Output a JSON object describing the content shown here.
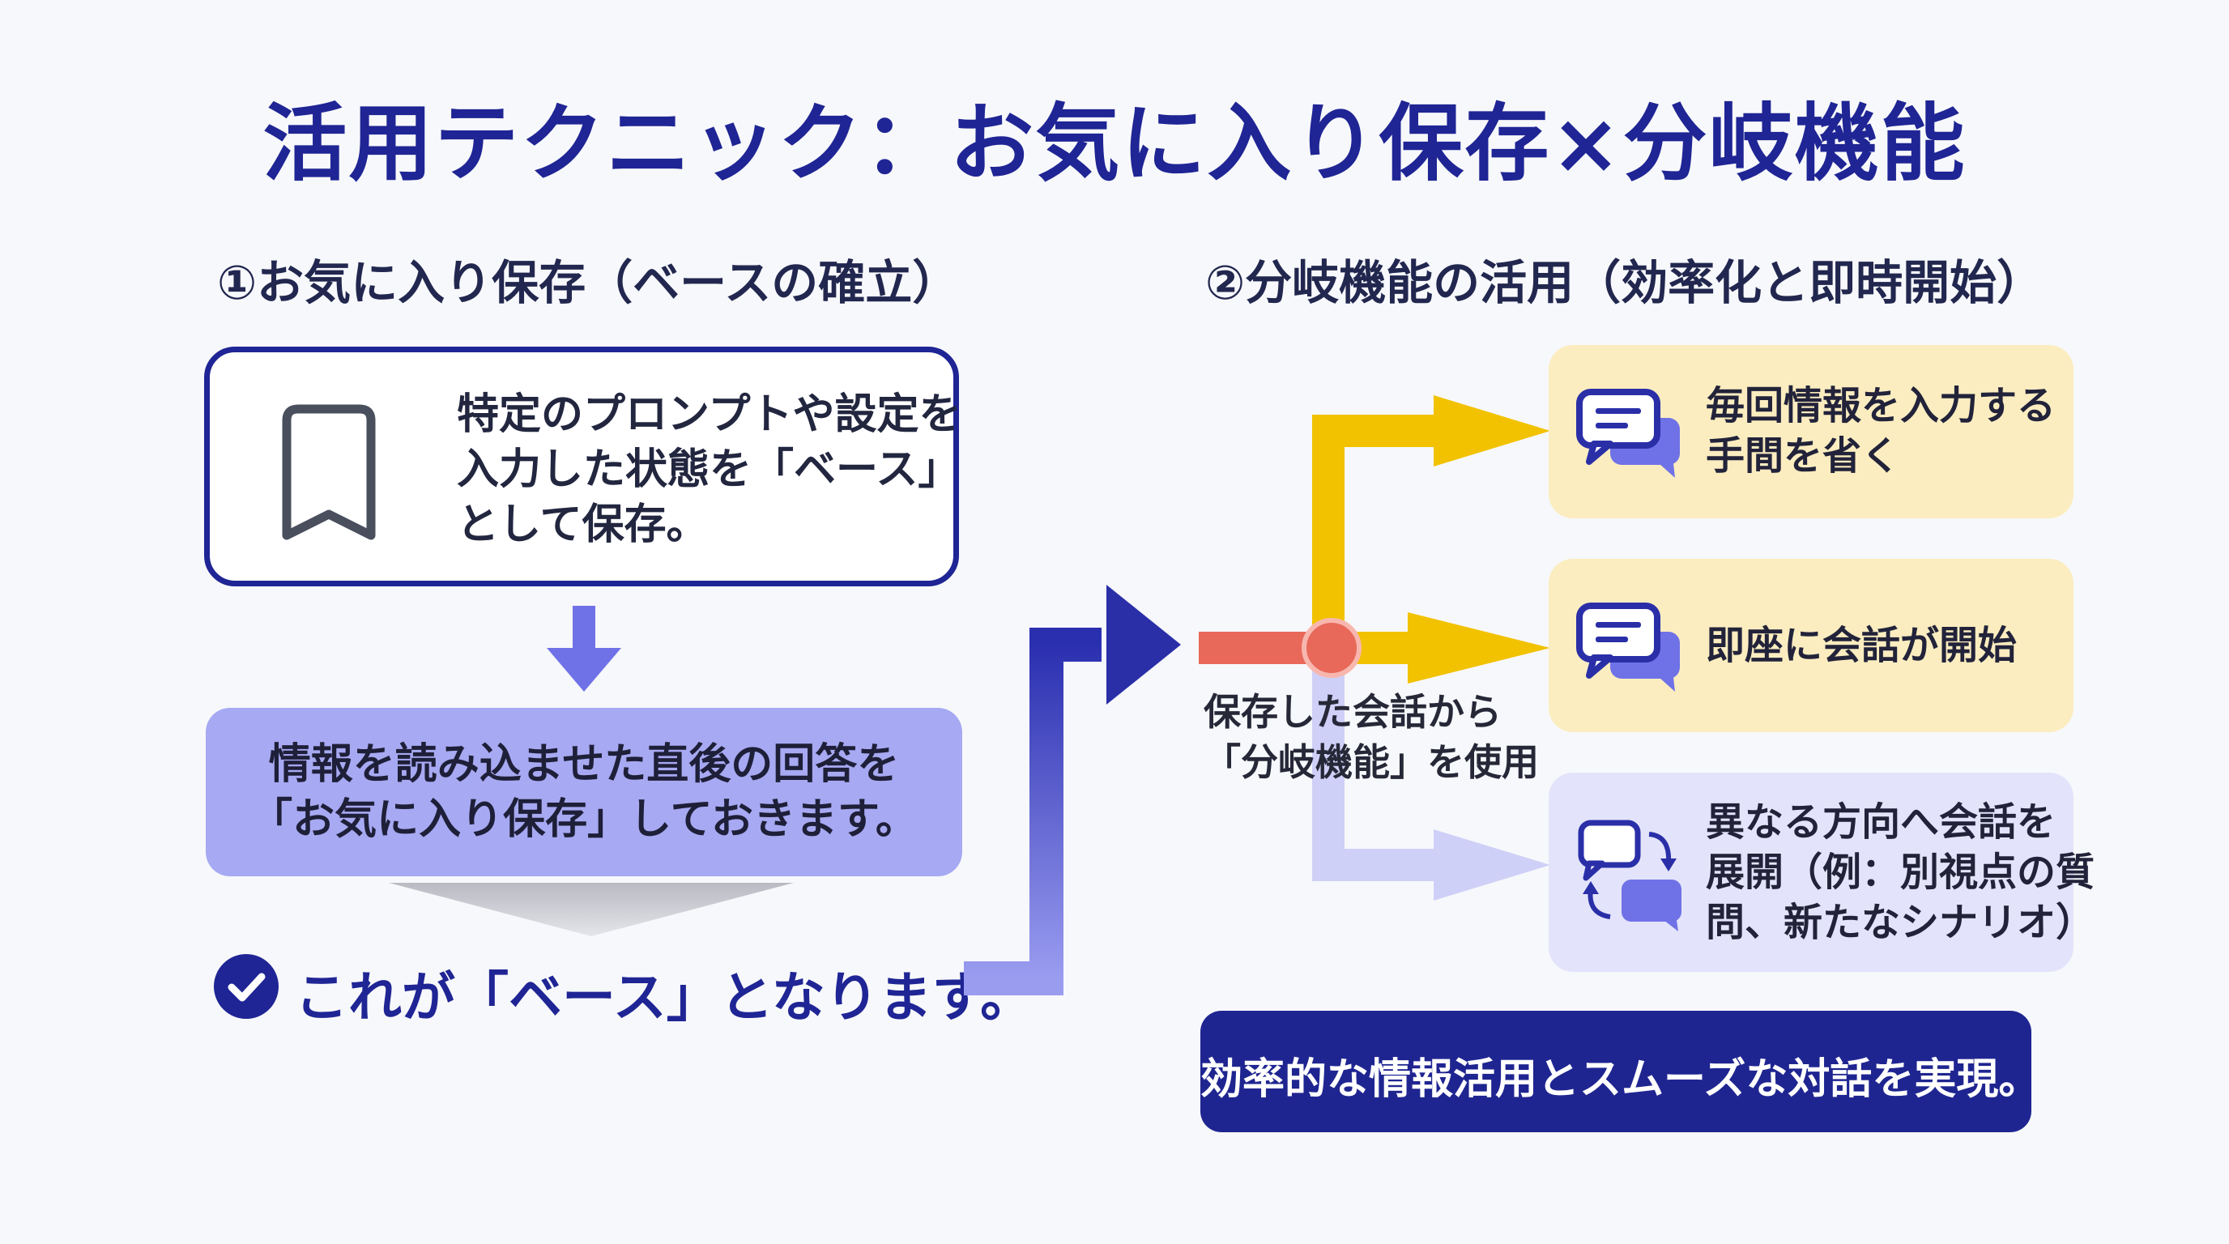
{
  "title": "活用テクニック：お気に入り保存×分岐機能",
  "left": {
    "heading": "①お気に入り保存（ベースの確立）",
    "save_box_text": "特定のプロンプトや設定を\n入力した状態を「ベース」\nとして保存。",
    "after_box_text": "情報を読み込ませた直後の回答を\n「お気に入り保存」しておきます。",
    "result_text": "これが「ベース」となります。"
  },
  "right": {
    "heading": "②分岐機能の活用（効率化と即時開始）",
    "branch_caption": "保存した会話から\n「分岐機能」を使用",
    "cards": [
      {
        "text": "毎回情報を入力する\n手間を省く",
        "icon": "chat-bubbles-icon"
      },
      {
        "text": "即座に会話が開始",
        "icon": "chat-bubbles-icon"
      },
      {
        "text": "異なる方向へ会話を\n展開（例：別視点の質\n問、新たなシナリオ）",
        "icon": "chat-exchange-icon"
      }
    ],
    "footer": "効率的な情報活用とスムーズな対話を実現。"
  },
  "colors": {
    "navy": "#1f2594",
    "lavender": "#a7a9f2",
    "yellow": "#f2c200",
    "card_yellow": "#fbedc0",
    "card_lavender": "#e3e4fb",
    "red_node": "#e8685a"
  }
}
